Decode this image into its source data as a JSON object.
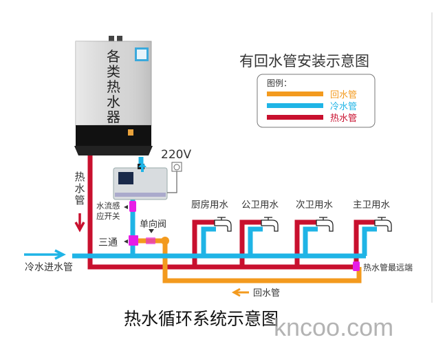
{
  "heater_label": "各类热水器",
  "diagram_title": "有回水管安装示意图",
  "legend": {
    "title": "图例：",
    "items": [
      {
        "label": "回水管",
        "color": "#f39a1e"
      },
      {
        "label": "冷水管",
        "color": "#1fb4e6"
      },
      {
        "label": "热水管",
        "color": "#c8102e"
      }
    ]
  },
  "voltage": "220V",
  "labels": {
    "hot_pipe": "热水管",
    "flow_switch": "水流感应开关",
    "flow_switch_line1": "水流感",
    "flow_switch_line2": "应开关",
    "check_valve": "单向阀",
    "tee": "三通",
    "cold_inlet": "冷水进水管",
    "far_end": "热水管最远端",
    "return_pipe": "回水管"
  },
  "fixtures": [
    "厨房用水",
    "公卫用水",
    "次卫用水",
    "主卫用水"
  ],
  "caption": "热水循环系统示意图",
  "watermark": "kncoo.com",
  "colors": {
    "hot": "#c8102e",
    "cold": "#1fb4e6",
    "return": "#f39a1e",
    "fitting": "#e61ee6"
  }
}
